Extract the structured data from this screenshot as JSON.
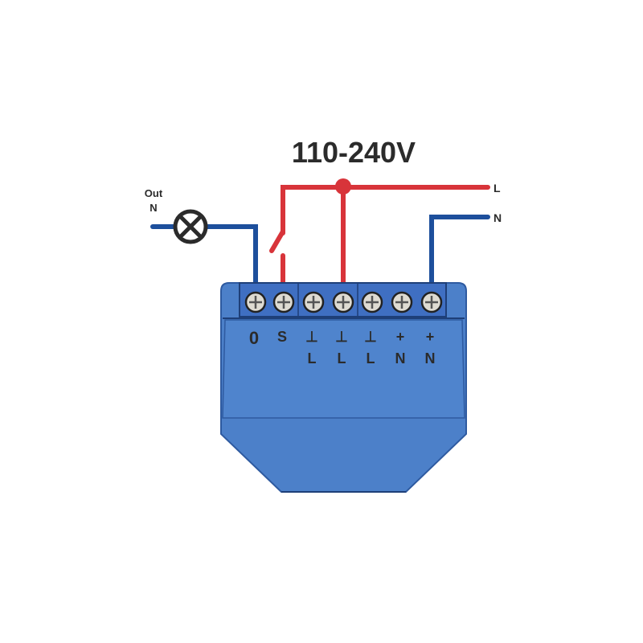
{
  "title": "110-240V",
  "wire_labels": {
    "out": "Out",
    "out_n": "N",
    "line": "L",
    "neutral": "N"
  },
  "terminals": [
    {
      "top": "0",
      "bottom": ""
    },
    {
      "top": "S",
      "bottom": ""
    },
    {
      "top": "⊥",
      "bottom": "L"
    },
    {
      "top": "⊥",
      "bottom": "L"
    },
    {
      "top": "⊥",
      "bottom": "L"
    },
    {
      "top": "+",
      "bottom": "N"
    },
    {
      "top": "+",
      "bottom": "N"
    }
  ],
  "colors": {
    "live": "#d8343a",
    "neutral": "#1d4f9c",
    "body": "#4c80c9",
    "terminal_block": "#3f6fc2"
  }
}
